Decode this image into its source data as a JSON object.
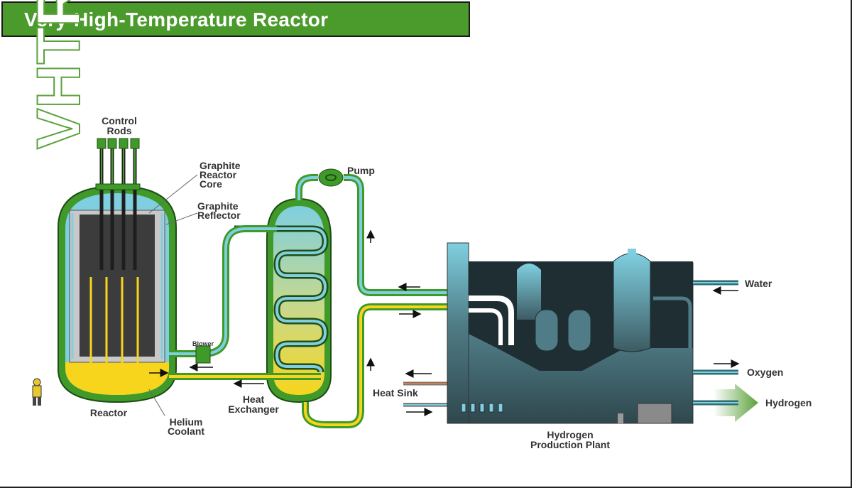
{
  "title": "Very-High-Temperature Reactor",
  "side_label": "VHTR",
  "colors": {
    "title_bg": "#4a9a2c",
    "vessel_green": "#3f9a2a",
    "coolant_yellow": "#f7d51d",
    "water_blue": "#7fcfe0",
    "plant_dark": "#3d5b63"
  },
  "labels": {
    "control_rods_1": "Control",
    "control_rods_2": "Rods",
    "graphite_core_1": "Graphite",
    "graphite_core_2": "Reactor",
    "graphite_core_3": "Core",
    "graphite_reflector_1": "Graphite",
    "graphite_reflector_2": "Reflector",
    "pump": "Pump",
    "blower": "Blower",
    "reactor": "Reactor",
    "helium_coolant_1": "Helium",
    "helium_coolant_2": "Coolant",
    "heat_exchanger_1": "Heat",
    "heat_exchanger_2": "Exchanger",
    "heat_sink": "Heat Sink",
    "water": "Water",
    "oxygen": "Oxygen",
    "hydrogen": "Hydrogen",
    "plant_1": "Hydrogen",
    "plant_2": "Production Plant"
  }
}
